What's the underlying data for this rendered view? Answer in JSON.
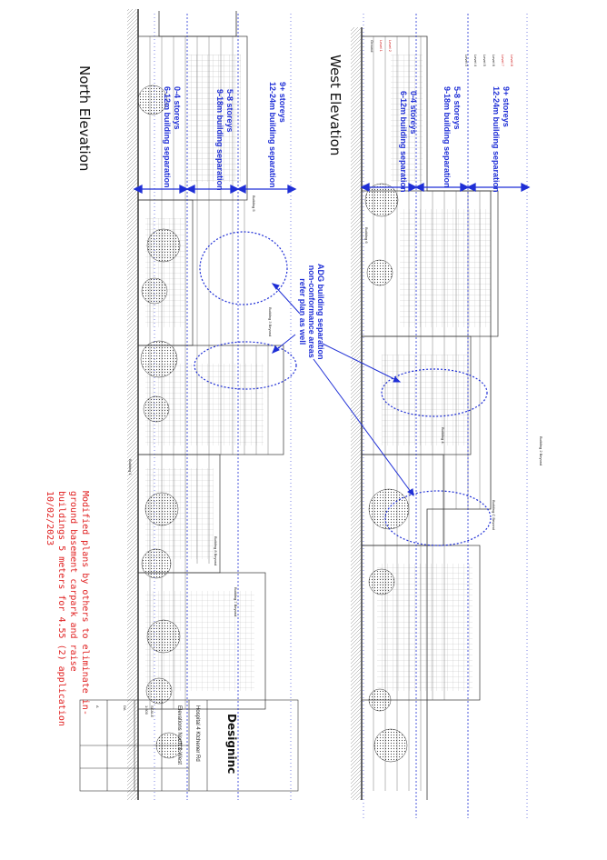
{
  "titles": {
    "north": "North Elevation",
    "west": "West Elevation"
  },
  "west_separation": {
    "zone_a_storeys": "9+ storeys",
    "zone_a_sep": "12-24m building separation",
    "zone_b_storeys": "5-8 storeys",
    "zone_b_sep": "9-18m building separation",
    "zone_c_storeys": "0-4 storeys",
    "zone_c_sep": "6-12m building separation"
  },
  "north_separation": {
    "zone_a_storeys": "9+ storeys",
    "zone_a_sep": "12-24m building separation",
    "zone_b_storeys": "5-8 storeys",
    "zone_b_sep": "9-18m building separation",
    "zone_c_storeys": "0-4 storeys",
    "zone_c_sep": "6-12m building separation"
  },
  "nonconformance_note": [
    "ADG building separation",
    "non-conformance areas",
    "refer plan as well"
  ],
  "modification_note": [
    "Modified plans by others to eliminate in-",
    "ground basement carpark and raise",
    "buildings 5 meters for 4.55 (2) application",
    "10/02/2023"
  ],
  "building_labels": [
    "Building 6",
    "Building 5",
    "Building 4",
    "Building 3 Beyond",
    "Building 2 Beyond",
    "Building 8 Beyond",
    "Building 7 Beyond",
    "Building 1",
    "Building C Beyond"
  ],
  "level_labels": [
    "Level 8",
    "Level 7",
    "Level 6",
    "Level 5",
    "Level 4",
    "Level 3",
    "Level 2",
    "Level 1",
    "Ground"
  ],
  "title_block": {
    "firm": "Designinc",
    "project": "Hospital 4 Ktchener Rd",
    "drawing": "Elevations North & West",
    "scale_label": "SCALE",
    "scale_value": "1:500",
    "stage": "DA",
    "rev": "A"
  },
  "colors": {
    "annotation_blue": "#1f2fd6",
    "note_red": "#e02020",
    "linework": "#333333"
  }
}
